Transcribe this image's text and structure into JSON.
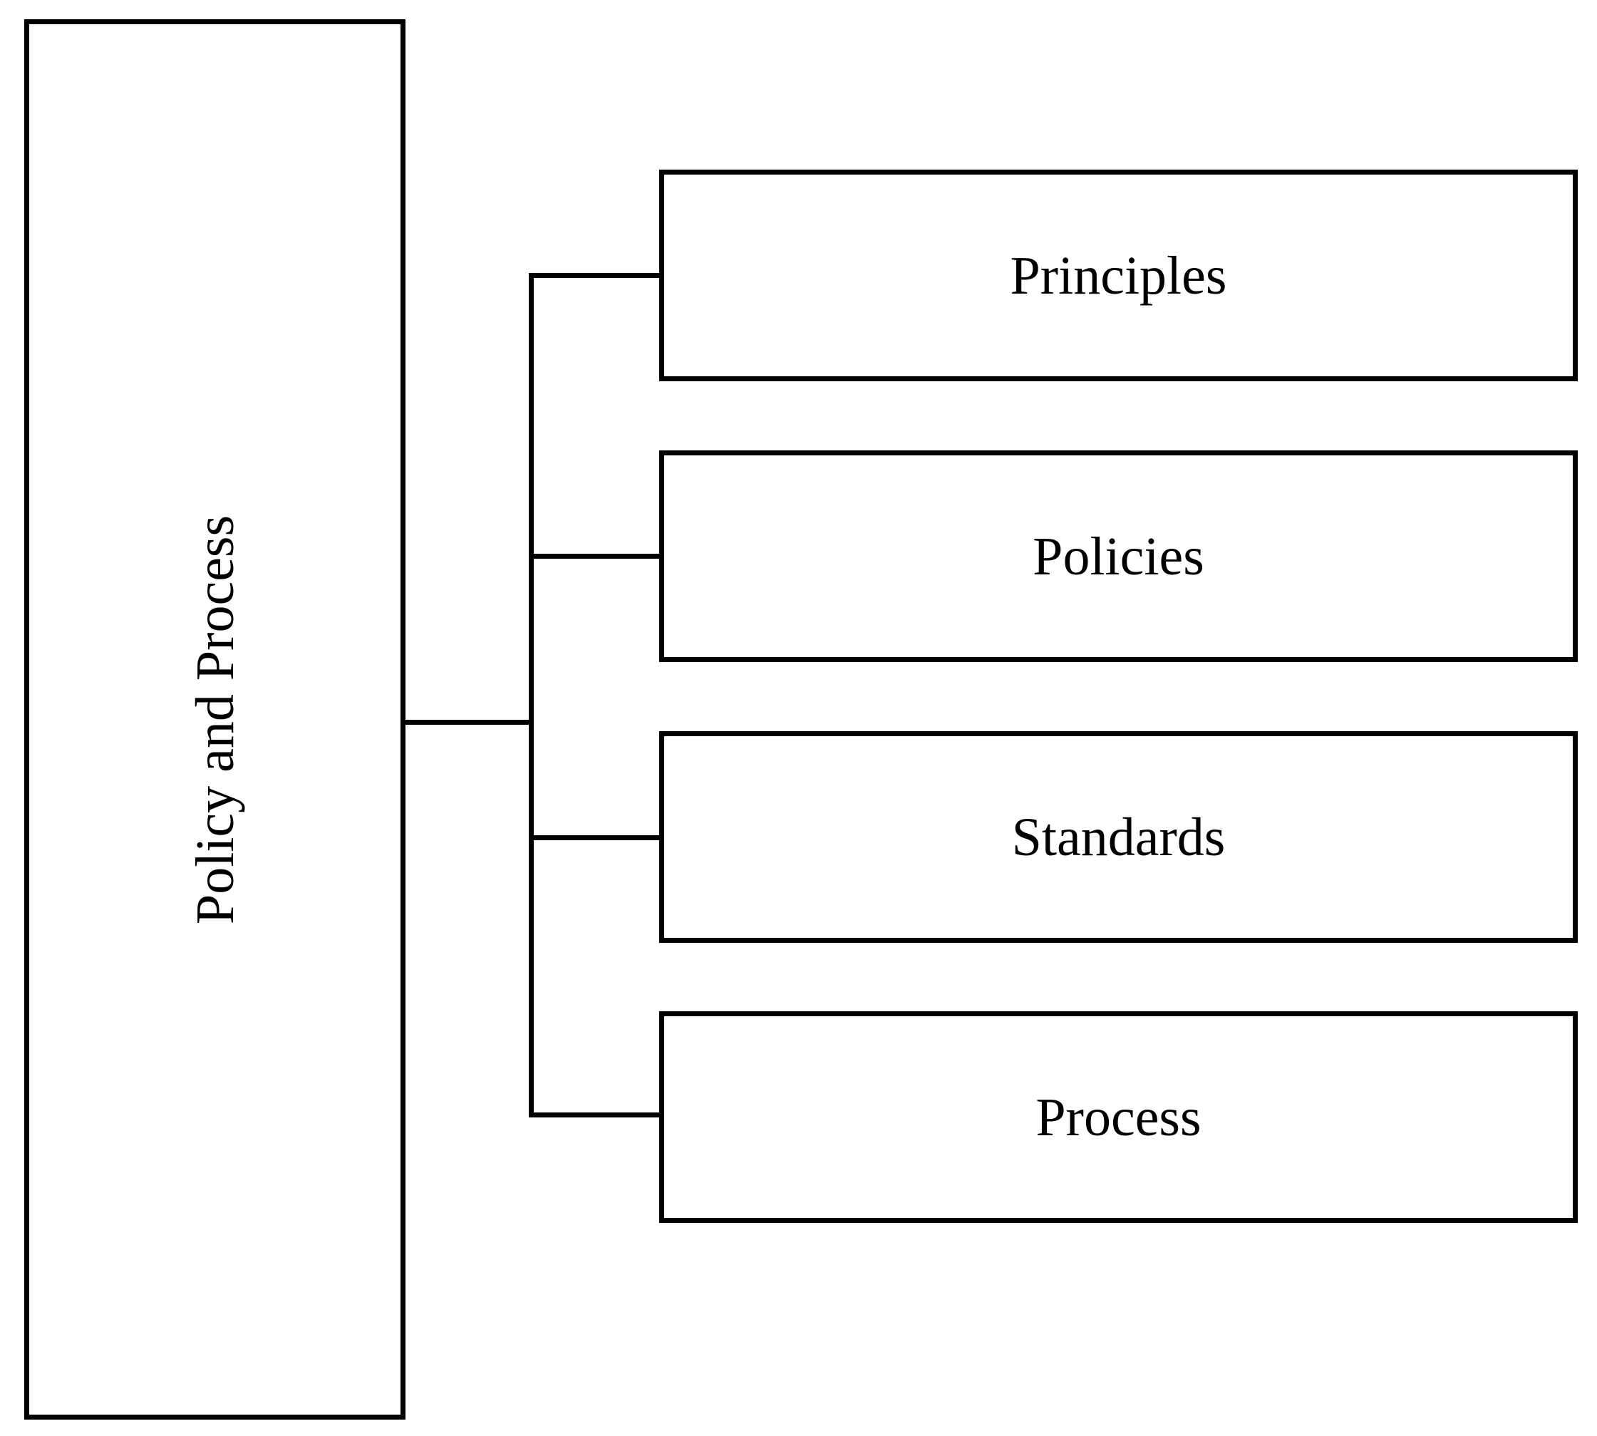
{
  "root": {
    "label": "Policy and Process"
  },
  "children": [
    {
      "label": "Principles"
    },
    {
      "label": "Policies"
    },
    {
      "label": "Standards"
    },
    {
      "label": "Process"
    }
  ],
  "colors": {
    "stroke": "#000000",
    "background": "#ffffff"
  }
}
